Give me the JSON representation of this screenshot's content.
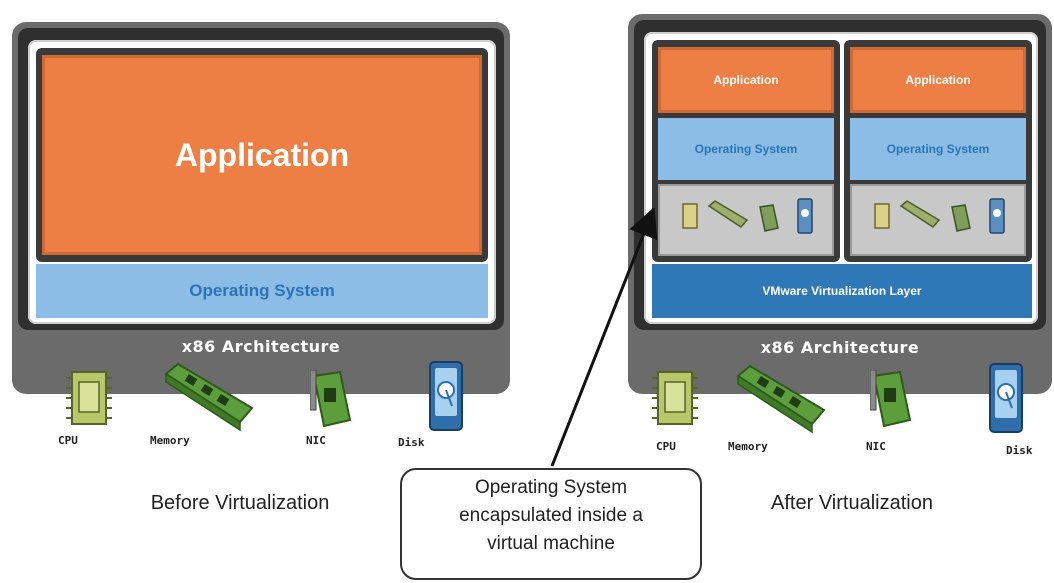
{
  "before": {
    "application_label": "Application",
    "os_label": "Operating System",
    "architecture_label": "x86 Architecture",
    "hardware": [
      "CPU",
      "Memory",
      "NIC",
      "Disk"
    ],
    "caption": "Before Virtualization"
  },
  "after": {
    "vm1": {
      "application_label": "Application",
      "os_label": "Operating System"
    },
    "vm2": {
      "application_label": "Application",
      "os_label": "Operating System"
    },
    "virtualization_layer_label": "VMware Virtualization Layer",
    "architecture_label": "x86 Architecture",
    "hardware": [
      "CPU",
      "Memory",
      "NIC",
      "Disk"
    ],
    "caption": "After Virtualization"
  },
  "callout": {
    "line1": "Operating System",
    "line2": "encapsulated inside a",
    "line3": "virtual machine"
  },
  "colors": {
    "application": "#ee7f44",
    "operating_system": "#8bbde6",
    "virtualization_layer": "#2f78b8",
    "machine": "#6b6b6b"
  }
}
